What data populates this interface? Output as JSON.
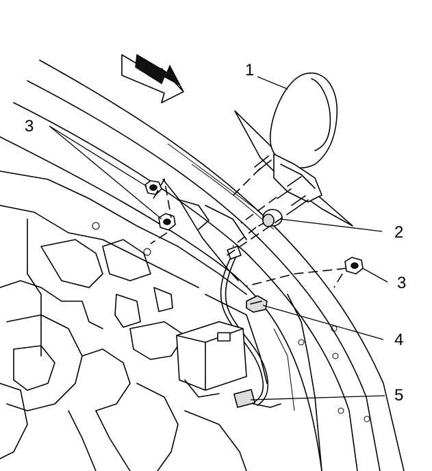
{
  "callouts": {
    "c1": "1",
    "c2": "2",
    "c3_left": "3",
    "c3_right": "3",
    "c4": "4",
    "c5": "5"
  },
  "icons": {
    "direction_arrow": "arrow-icon"
  },
  "colors": {
    "line": "#000000",
    "background": "#ffffff"
  }
}
